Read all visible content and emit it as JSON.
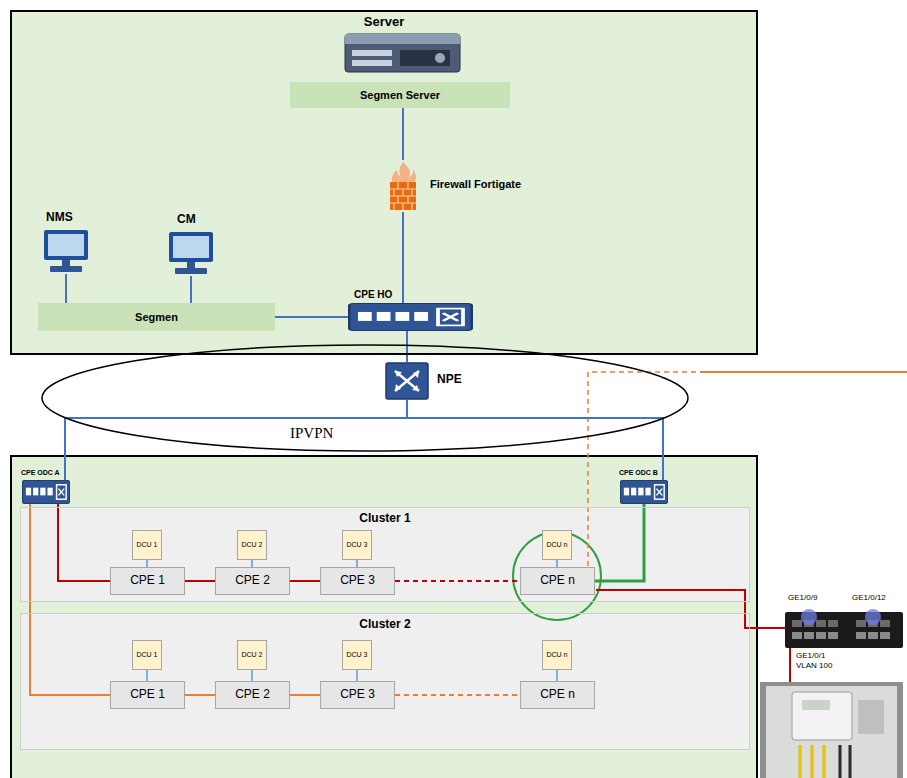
{
  "diagram": {
    "nodes": [
      {
        "text": [
          "Server"
        ]
      },
      {
        "text": [
          "Segmen Server"
        ],
        "in": 0
      },
      {
        "text": [
          "Firewall Fortigate"
        ],
        "in": 0
      },
      {
        "text": [
          "NMS"
        ],
        "in": 0
      },
      {
        "text": [
          "CM"
        ],
        "in": 0
      },
      {
        "text": [
          "Segmen"
        ],
        "in": 0
      },
      {
        "text": [
          "CPE HO"
        ],
        "in": 0
      },
      {
        "text": [
          "IPVPN"
        ]
      },
      {
        "text": [
          "NPE"
        ],
        "in": 7
      },
      {
        "text": [
          "CPE ODC A"
        ]
      },
      {
        "text": [
          "CPE ODC B"
        ]
      },
      {
        "text": [
          "Cluster 1"
        ]
      },
      {
        "text": [
          "DCU 1"
        ],
        "in": 11
      },
      {
        "text": [
          "CPE 1"
        ],
        "in": 11
      },
      {
        "text": [
          "DCU 2"
        ],
        "in": 11
      },
      {
        "text": [
          "CPE 2"
        ],
        "in": 11
      },
      {
        "text": [
          "DCU 3"
        ],
        "in": 11
      },
      {
        "text": [
          "CPE 3"
        ],
        "in": 11
      },
      {
        "text": [
          "DCU n"
        ],
        "in": 11
      },
      {
        "text": [
          "CPE n"
        ],
        "in": 11
      },
      {
        "text": [
          "Cluster 2"
        ]
      },
      {
        "text": [
          "DCU 1"
        ],
        "in": 20
      },
      {
        "text": [
          "CPE 1"
        ],
        "in": 20
      },
      {
        "text": [
          "DCU 2"
        ],
        "in": 20
      },
      {
        "text": [
          "CPE 2"
        ],
        "in": 20
      },
      {
        "text": [
          "DCU 3"
        ],
        "in": 20
      },
      {
        "text": [
          "CPE 3"
        ],
        "in": 20
      },
      {
        "text": [
          "DCU n"
        ],
        "in": 20
      },
      {
        "text": [
          "CPE n"
        ],
        "in": 20
      }
    ],
    "edges": [
      {
        "from": 1,
        "to": 2,
        "arrow": "none"
      },
      {
        "from": 2,
        "to": 6,
        "arrow": "none"
      },
      {
        "from": 3,
        "to": 5,
        "arrow": "none"
      },
      {
        "from": 4,
        "to": 5,
        "arrow": "none"
      },
      {
        "from": 5,
        "to": 6,
        "arrow": "none"
      },
      {
        "from": 6,
        "to": 8,
        "arrow": "none"
      },
      {
        "from": 8,
        "to": 9,
        "arrow": "none"
      },
      {
        "from": 8,
        "to": 10,
        "arrow": "none"
      },
      {
        "from": 9,
        "to": 13,
        "arrow": "none"
      },
      {
        "from": 13,
        "to": 15,
        "arrow": "none"
      },
      {
        "from": 15,
        "to": 17,
        "arrow": "none"
      },
      {
        "from": 17,
        "to": 19,
        "arrow": "none"
      },
      {
        "from": 19,
        "to": 10,
        "arrow": "none"
      },
      {
        "from": 12,
        "to": 13,
        "arrow": "none"
      },
      {
        "from": 14,
        "to": 15,
        "arrow": "none"
      },
      {
        "from": 16,
        "to": 17,
        "arrow": "none"
      },
      {
        "from": 18,
        "to": 19,
        "arrow": "none"
      },
      {
        "from": 9,
        "to": 22,
        "arrow": "none"
      },
      {
        "from": 22,
        "to": 24,
        "arrow": "none"
      },
      {
        "from": 24,
        "to": 26,
        "arrow": "none"
      },
      {
        "from": 26,
        "to": 28,
        "arrow": "none"
      },
      {
        "from": 21,
        "to": 22,
        "arrow": "none"
      },
      {
        "from": 23,
        "to": 24,
        "arrow": "none"
      },
      {
        "from": 25,
        "to": 26,
        "arrow": "none"
      },
      {
        "from": 27,
        "to": 28,
        "arrow": "none"
      }
    ],
    "labels": [
      "GE1/0/9",
      "GE1/0/12",
      "GE1/0/1 VLAN 100"
    ]
  }
}
